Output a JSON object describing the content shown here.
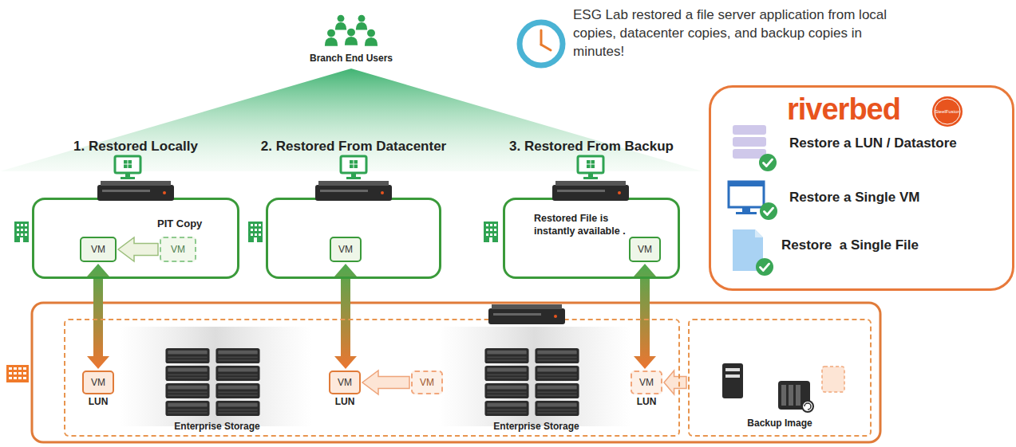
{
  "diagram": {
    "nodes": [
      {
        "text": [
          "1. Restored Locally",
          "PIT Copy"
        ]
      },
      {
        "text": [
          "VM"
        ],
        "in": 0
      },
      {
        "text": [
          "VM"
        ],
        "in": 0
      },
      {
        "text": [
          "2. Restored From Datacenter"
        ]
      },
      {
        "text": [
          "VM"
        ],
        "in": 3
      },
      {
        "text": [
          "3. Restored From Backup",
          "Restored File is instantly available ."
        ]
      },
      {
        "text": [
          "VM"
        ],
        "in": 5
      },
      {
        "text": [
          "Enterprise Storage",
          "Enterprise Storage"
        ]
      },
      {
        "text": [
          "VM",
          "LUN"
        ],
        "in": 7
      },
      {
        "text": [
          "VM",
          "LUN"
        ],
        "in": 7
      },
      {
        "text": [
          "VM"
        ],
        "in": 7
      },
      {
        "text": [
          "VM",
          "LUN"
        ],
        "in": 7
      },
      {
        "text": [
          "Backup Image"
        ]
      },
      {
        "text": [
          "riverbed",
          "SteelFusion",
          "Restore a LUN / Datastore",
          "Restore a Single VM",
          "Restore  a Single File"
        ]
      }
    ],
    "edges": [
      {
        "from": 2,
        "to": 1,
        "arrow": "to"
      },
      {
        "from": 1,
        "to": 8,
        "arrow": "both"
      },
      {
        "from": 4,
        "to": 9,
        "arrow": "both"
      },
      {
        "from": 10,
        "to": 9,
        "arrow": "to"
      },
      {
        "from": 6,
        "to": 11,
        "arrow": "both"
      },
      {
        "from": 12,
        "to": 11,
        "arrow": "to"
      }
    ],
    "labels": [
      "Branch End Users",
      "ESG Lab restored a file server application from local copies, datacenter copies, and backup copies in minutes!"
    ]
  }
}
